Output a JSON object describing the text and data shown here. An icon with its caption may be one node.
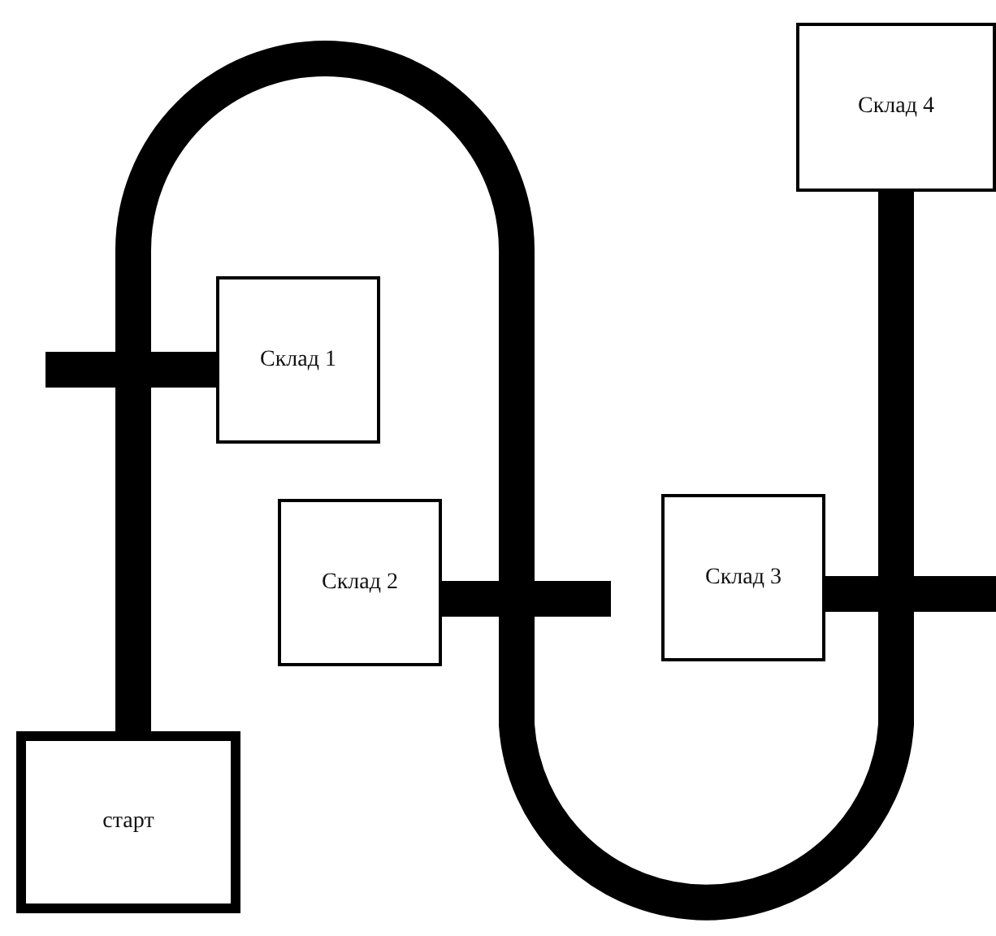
{
  "diagram": {
    "nodes": [
      {
        "text": [
          "Склад 4"
        ]
      },
      {
        "text": [
          "Склад 1"
        ]
      },
      {
        "text": [
          "Склад 2"
        ]
      },
      {
        "text": [
          "Склад 3"
        ]
      },
      {
        "text": [
          "старт"
        ]
      }
    ],
    "edges": [
      {
        "from": 4,
        "to": 0,
        "arrow": "none"
      },
      {
        "from": 1,
        "to": null,
        "arrow": "none"
      },
      {
        "from": 2,
        "to": null,
        "arrow": "none"
      },
      {
        "from": 3,
        "to": null,
        "arrow": "none"
      }
    ]
  }
}
